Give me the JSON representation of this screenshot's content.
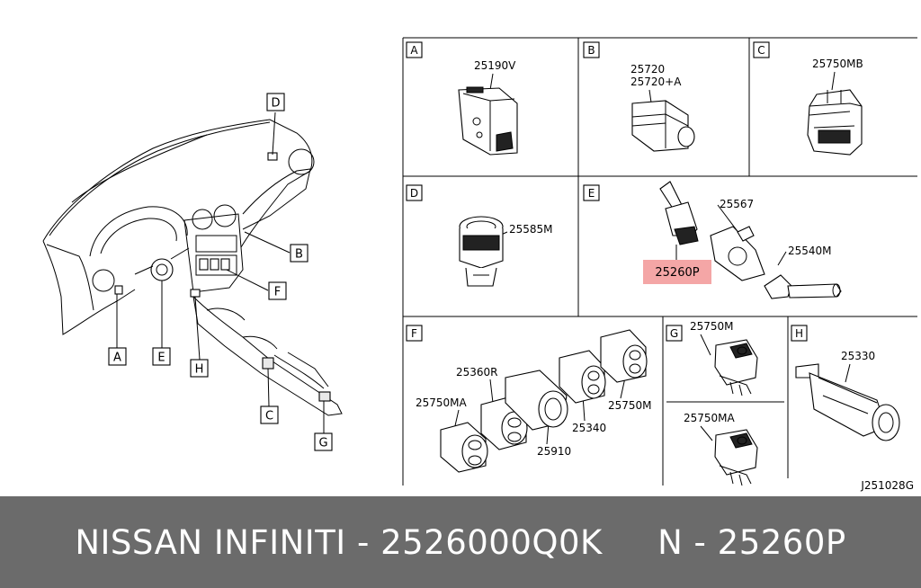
{
  "diagram": {
    "overview_callouts": [
      "D",
      "B",
      "F",
      "A",
      "E",
      "H",
      "C",
      "G"
    ],
    "cells": {
      "A": {
        "letter": "A",
        "parts": [
          "25190V"
        ]
      },
      "B": {
        "letter": "B",
        "parts": [
          "25720",
          "25720+A"
        ]
      },
      "C": {
        "letter": "C",
        "parts": [
          "25750MB"
        ]
      },
      "D": {
        "letter": "D",
        "parts": [
          "25585M"
        ]
      },
      "E": {
        "letter": "E",
        "parts": [
          "25567",
          "25540M",
          "25260P"
        ]
      },
      "F": {
        "letter": "F",
        "parts": [
          "25360R",
          "25750MA",
          "25340",
          "25750M",
          "25910"
        ]
      },
      "G": {
        "letter": "G",
        "parts": [
          "25750M",
          "25750MA"
        ]
      },
      "H": {
        "letter": "H",
        "parts": [
          "25330"
        ]
      }
    },
    "highlighted_part": "25260P",
    "highlight_color": "#f4a6a6",
    "diagram_code": "J251028G"
  },
  "footer": {
    "text": "NISSAN INFINITI - 2526000Q0K     N - 25260P",
    "background": "#6b6b6b"
  }
}
